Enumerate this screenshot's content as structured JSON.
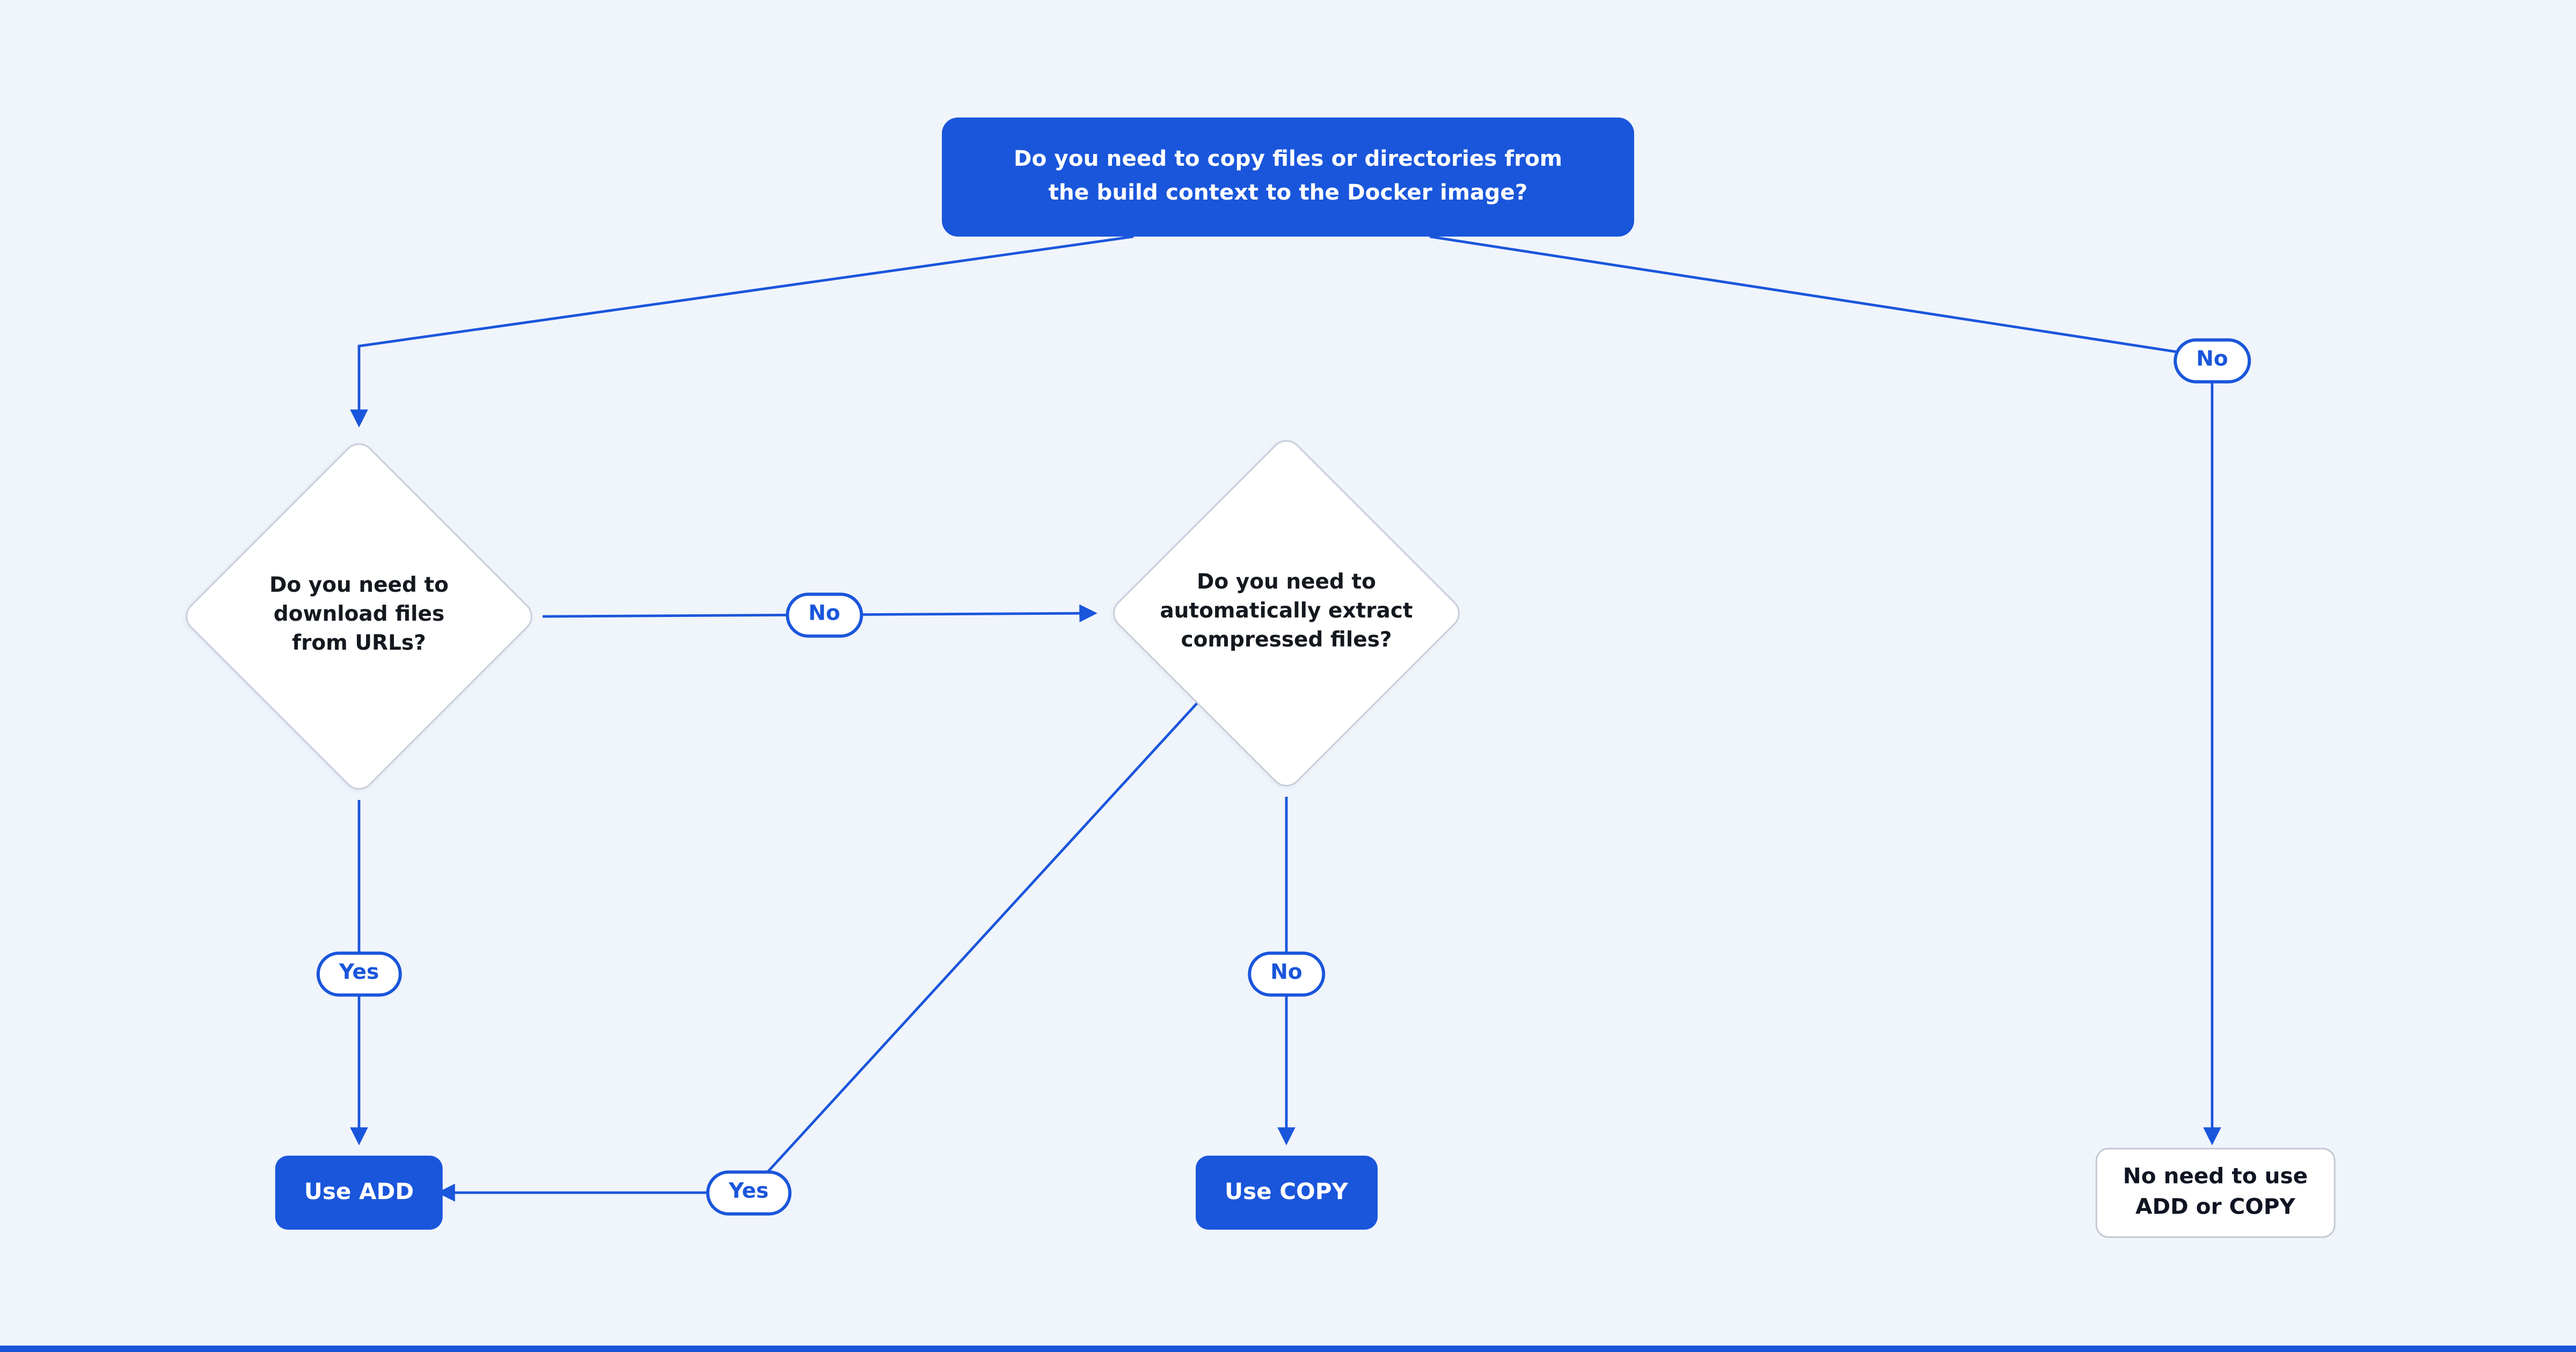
{
  "diagram": {
    "colors": {
      "accent": "#1a56db",
      "background": "#f0f4fb",
      "node_fill": "#ffffff",
      "node_border": "#c9cfda",
      "result_border": "#c4c9d4"
    },
    "nodes": {
      "root": {
        "label": "Do you need to copy files or directories from\nthe build context to the Docker image?"
      },
      "download": {
        "label": "Do you need to\ndownload files\nfrom URLs?"
      },
      "extract": {
        "label": "Do you need to\nautomatically extract\ncompressed files?"
      },
      "use_add": {
        "label": "Use ADD"
      },
      "use_copy": {
        "label": "Use COPY"
      },
      "no_need": {
        "label": "No need to use\nADD or COPY"
      }
    },
    "edge_labels": {
      "root_no": "No",
      "download_no": "No",
      "download_yes": "Yes",
      "extract_no": "No",
      "extract_yes": "Yes"
    }
  }
}
